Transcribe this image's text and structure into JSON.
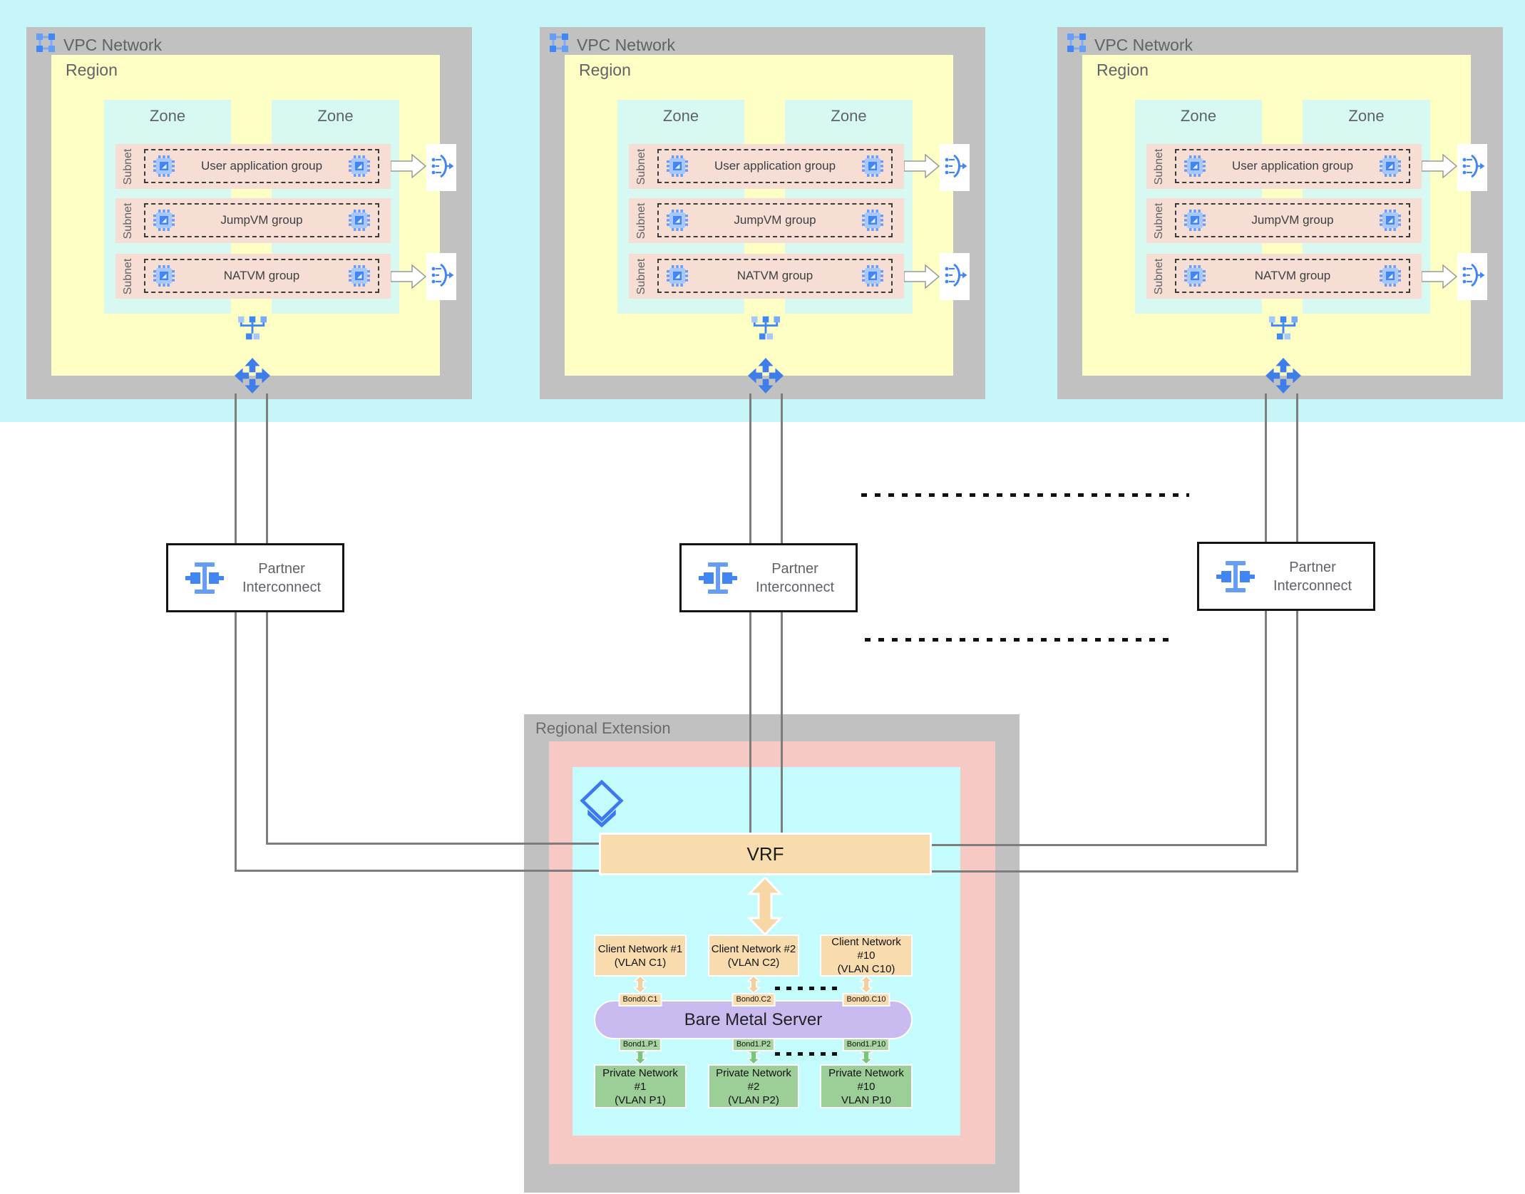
{
  "vpcs": [
    {
      "title": "VPC Network",
      "region": "Region",
      "zone_left": "Zone",
      "zone_right": "Zone",
      "subnets": [
        {
          "label": "Subnet",
          "group": "User application group"
        },
        {
          "label": "Subnet",
          "group": "JumpVM group"
        },
        {
          "label": "Subnet",
          "group": "NATVM group"
        }
      ]
    },
    {
      "title": "VPC Network",
      "region": "Region",
      "zone_left": "Zone",
      "zone_right": "Zone",
      "subnets": [
        {
          "label": "Subnet",
          "group": "User application group"
        },
        {
          "label": "Subnet",
          "group": "JumpVM group"
        },
        {
          "label": "Subnet",
          "group": "NATVM group"
        }
      ]
    },
    {
      "title": "VPC Network",
      "region": "Region",
      "zone_left": "Zone",
      "zone_right": "Zone",
      "subnets": [
        {
          "label": "Subnet",
          "group": "User application group"
        },
        {
          "label": "Subnet",
          "group": "JumpVM group"
        },
        {
          "label": "Subnet",
          "group": "NATVM group"
        }
      ]
    }
  ],
  "interconnects": [
    {
      "label": "Partner Interconnect"
    },
    {
      "label": "Partner Interconnect"
    },
    {
      "label": "Partner Interconnect"
    }
  ],
  "regional_extension": {
    "title": "Regional Extension",
    "vrf": "VRF",
    "server": "Bare Metal Server",
    "clients": [
      {
        "name": "Client Network #1",
        "vlan": "(VLAN C1)",
        "bond": "Bond0.C1"
      },
      {
        "name": "Client Network #2",
        "vlan": "(VLAN C2)",
        "bond": "Bond0.C2"
      },
      {
        "name": "Client Network #10",
        "vlan": "(VLAN C10)",
        "bond": "Bond0.C10"
      }
    ],
    "privates": [
      {
        "name": "Private Network #1",
        "vlan": "(VLAN P1)",
        "bond": "Bond1.P1"
      },
      {
        "name": "Private Network #2",
        "vlan": "(VLAN P2)",
        "bond": "Bond1.P2"
      },
      {
        "name": "Private Network #10",
        "vlan": "VLAN P10",
        "bond": "Bond1.P10"
      }
    ]
  },
  "colors": {
    "primary_blue": "#4285f4",
    "light_blue": "#a8c7fa",
    "band_cyan": "#c7f6f9",
    "box_gray": "#c1c1c1",
    "region_yellow": "#feffc5",
    "zone_cyan": "#d7f9f2",
    "subnet_pink": "#f6ded4",
    "re_pink": "#f8c8c5",
    "re_cyan": "#c4fbfd",
    "vrf_tan": "#f8dcae",
    "server_purple": "#c9bbf0",
    "private_green": "#9ccf97",
    "line_gray": "#7d7d7d"
  }
}
